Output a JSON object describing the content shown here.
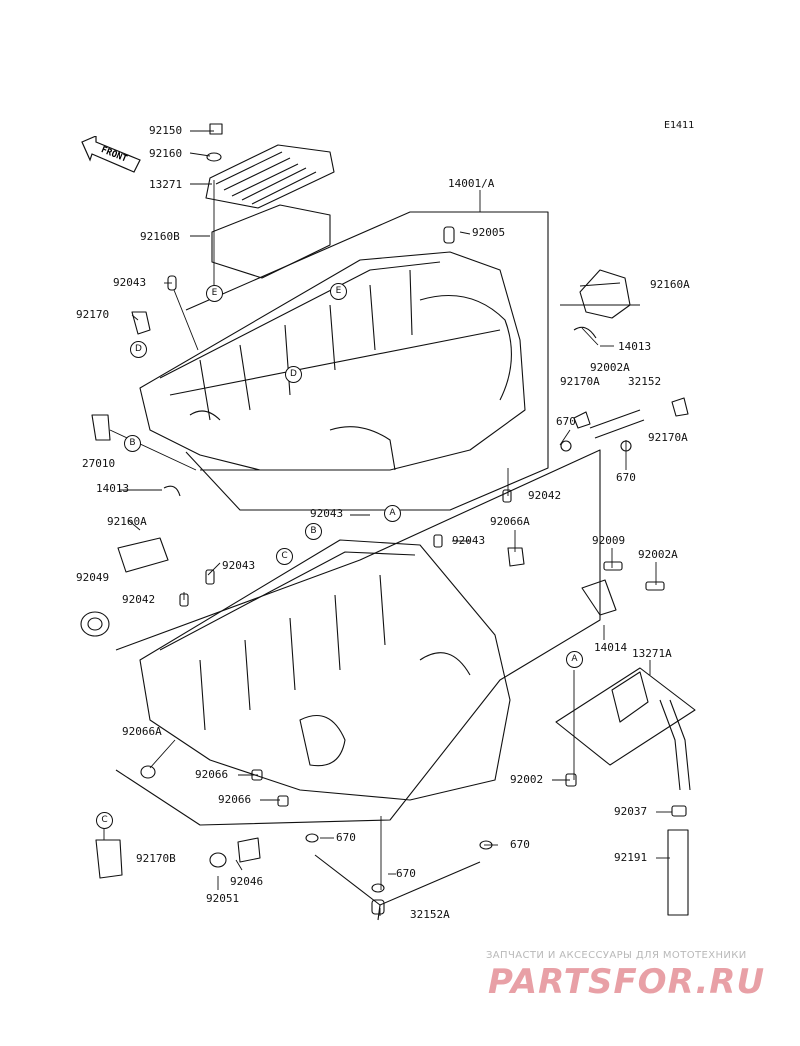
{
  "diagram_code": "E1411",
  "front_label": "FRONT",
  "watermark": {
    "tagline": "ЗАПЧАСТИ И АКСЕССУАРЫ ДЛЯ МОТОТЕХНИКИ",
    "brand": "PARTSFOR.RU",
    "brand_color": "#e8a0a6"
  },
  "part_labels": [
    "92150",
    "92160",
    "13271",
    "14001/A",
    "92005",
    "92160B",
    "92043",
    "92160A",
    "92170",
    "14013",
    "92002A",
    "92170A",
    "32152",
    "670",
    "92170A",
    "670",
    "27010",
    "14013",
    "92042",
    "92043",
    "92160A",
    "92066A",
    "92043",
    "92049",
    "92043",
    "92042",
    "92009",
    "92002A",
    "14014",
    "13271A",
    "92066A",
    "92066",
    "92066",
    "92002",
    "92037",
    "670",
    "670",
    "92170B",
    "92046",
    "92051",
    "670",
    "92191",
    "32152A"
  ],
  "reference_markers": [
    "E",
    "E",
    "D",
    "D",
    "B",
    "A",
    "B",
    "C",
    "A",
    "C"
  ],
  "colors": {
    "line": "#111111",
    "background": "#ffffff"
  }
}
